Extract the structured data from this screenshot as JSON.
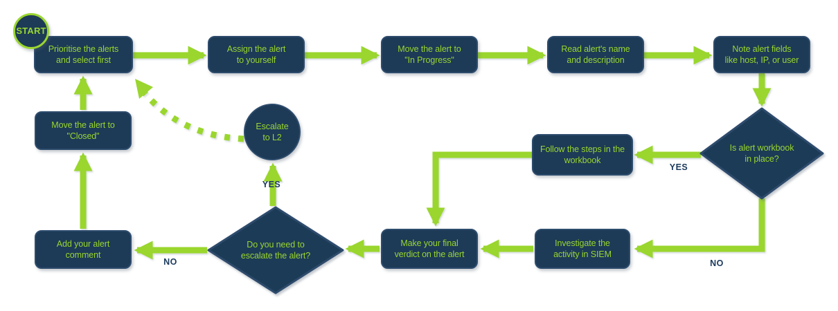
{
  "colors": {
    "accent_green": "#9ad62f",
    "node_navy": "#1d3a57",
    "node_border": "#2e4c6d",
    "edge_label_navy": "#1b3a5c",
    "background": "#ffffff"
  },
  "nodes": {
    "start": {
      "label": "START"
    },
    "prioritise": {
      "label": "Prioritise the alerts\nand select first"
    },
    "assign": {
      "label": "Assign the alert\nto yourself"
    },
    "in_progress": {
      "label": "Move the alert to\n\"In Progress\""
    },
    "read": {
      "label": "Read alert's name\nand description"
    },
    "note_fields": {
      "label": "Note alert fields\nlike host, IP, or user"
    },
    "workbook_q": {
      "label": "Is alert workbook\nin place?"
    },
    "follow": {
      "label": "Follow the steps in the\nworkbook"
    },
    "escalate_l2": {
      "label": "Escalate\nto L2"
    },
    "closed": {
      "label": "Move the alert to\n\"Closed\""
    },
    "comment": {
      "label": "Add your alert\ncomment"
    },
    "escalate_q": {
      "label": "Do you need to\nescalate the alert?"
    },
    "verdict": {
      "label": "Make your final\nverdict on the alert"
    },
    "investigate": {
      "label": "Investigate the\nactivity in SIEM"
    }
  },
  "edge_labels": {
    "workbook_yes": "YES",
    "workbook_no": "NO",
    "escalate_yes": "YES",
    "escalate_no": "NO"
  }
}
